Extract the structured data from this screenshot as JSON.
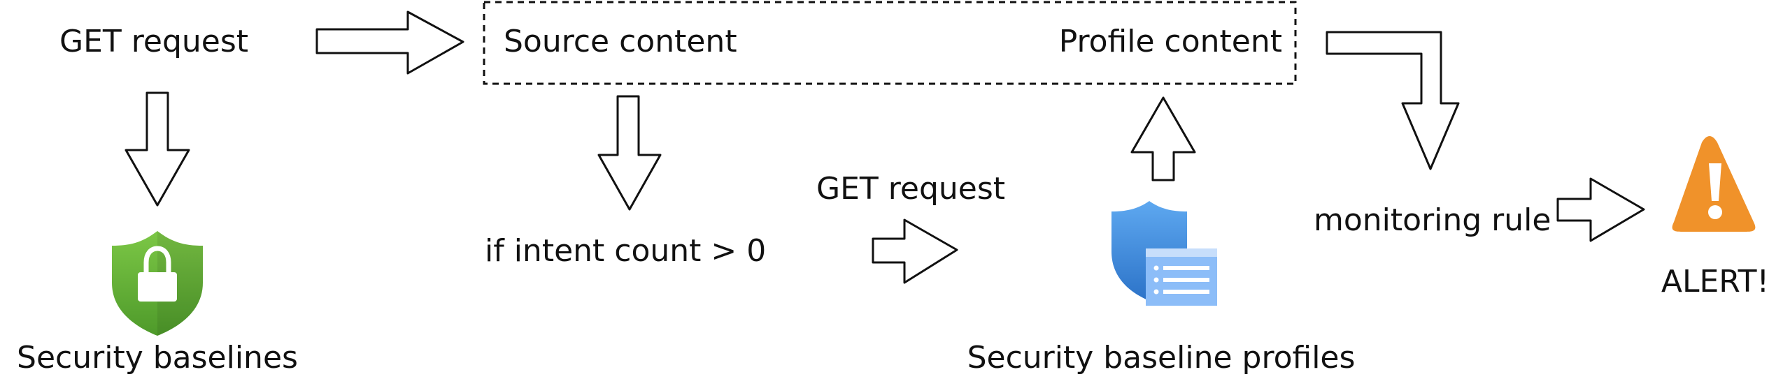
{
  "diagram": {
    "get_request_top": "GET request",
    "source_content": "Source content",
    "profile_content": "Profile content",
    "security_baselines": "Security baselines",
    "if_intent_count": "if intent count > 0",
    "get_request_mid": "GET request",
    "security_baseline_profiles": "Security baseline profiles",
    "monitoring_rule": "monitoring rule",
    "alert": "ALERT!"
  },
  "icons": {
    "security_baselines": "shield-lock-icon",
    "security_baseline_profiles": "shield-list-icon",
    "alert": "warning-triangle-icon"
  },
  "colors": {
    "lock_shield": "#6AB43C",
    "profile_shield": "#3D8FE0",
    "profile_list": "#8CBDF8",
    "alert": "#F0922A"
  }
}
